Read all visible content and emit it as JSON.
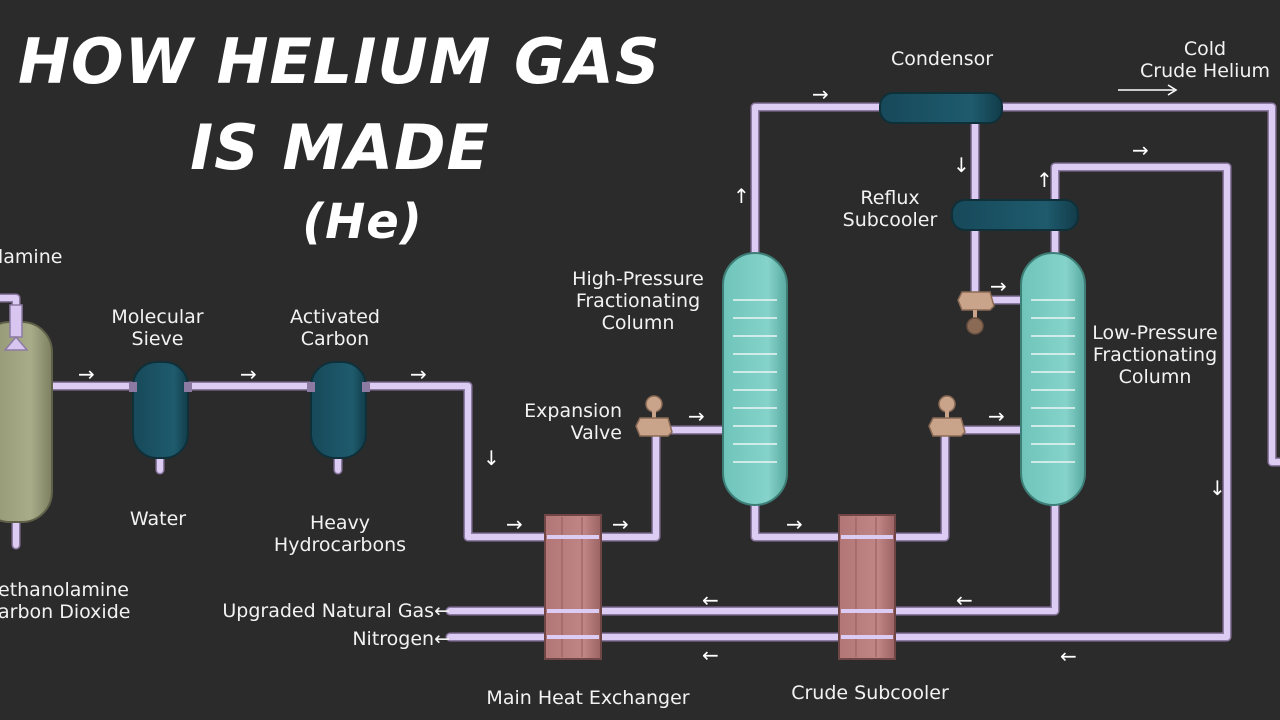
{
  "title": {
    "line1": "HOW HELIUM GAS",
    "line2": "IS MADE",
    "line3": "(He)"
  },
  "labels": {
    "amine_top": "lamine",
    "amine_bottom_1": "ethanolamine",
    "amine_bottom_2": "arbon Dioxide",
    "molecular_sieve_1": "Molecular",
    "molecular_sieve_2": "Sieve",
    "water": "Water",
    "activated_carbon_1": "Activated",
    "activated_carbon_2": "Carbon",
    "heavy_1": "Heavy",
    "heavy_2": "Hydrocarbons",
    "expansion_1": "Expansion",
    "expansion_2": "Valve",
    "hp_1": "High-Pressure",
    "hp_2": "Fractionating",
    "hp_3": "Column",
    "condensor": "Condensor",
    "cold_1": "Cold",
    "cold_2": "Crude Helium",
    "reflux_1": "Reflux",
    "reflux_2": "Subcooler",
    "lp_1": "Low-Pressure",
    "lp_2": "Fractionating",
    "lp_3": "Column",
    "upgraded": "Upgraded Natural Gas←",
    "nitrogen": "Nitrogen←",
    "main_hx": "Main Heat Exchanger",
    "crude_sub": "Crude Subcooler"
  },
  "arrows": {
    "right": "→",
    "left": "←",
    "down": "↓",
    "up": "↑"
  },
  "colors": {
    "background": "#2b2b2b",
    "pipe": "#d9c6f0",
    "vessel_dark": "#1c5262",
    "column_teal": "#7ecdc4",
    "exchanger": "#b97a7a",
    "amine_vessel": "#a7aa86",
    "valve": "#c9a48a"
  }
}
